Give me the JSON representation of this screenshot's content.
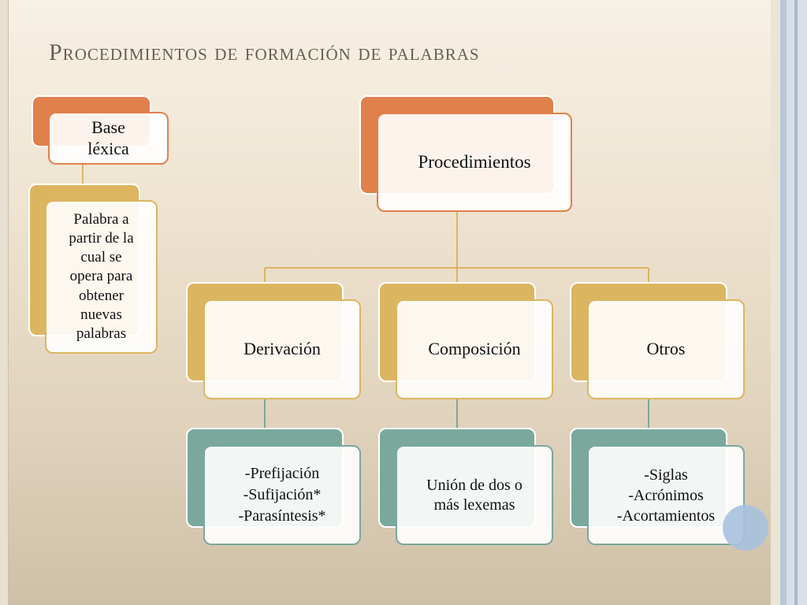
{
  "title": "Procedimientos de formación de palabras",
  "base": {
    "label_lines": [
      "Base",
      "léxica"
    ],
    "description_lines": [
      "Palabra a",
      "partir de la",
      "cual se",
      "opera para",
      "obtener",
      "nuevas",
      "palabras"
    ]
  },
  "root": {
    "label": "Procedimientos"
  },
  "branches": [
    {
      "label": "Derivación",
      "detail_lines": [
        "-Prefijación",
        "-Sufijación*",
        "-Parasíntesis*"
      ]
    },
    {
      "label": "Composición",
      "detail_lines": [
        "Unión de dos o",
        "más lexemas"
      ]
    },
    {
      "label": "Otros",
      "detail_lines": [
        "-Siglas",
        "-Acrónimos",
        "-Acortamientos"
      ]
    }
  ],
  "colors": {
    "orange": "#e0804b",
    "gold": "#dbb560",
    "teal": "#7aa89d",
    "title": "#6b5c54"
  }
}
